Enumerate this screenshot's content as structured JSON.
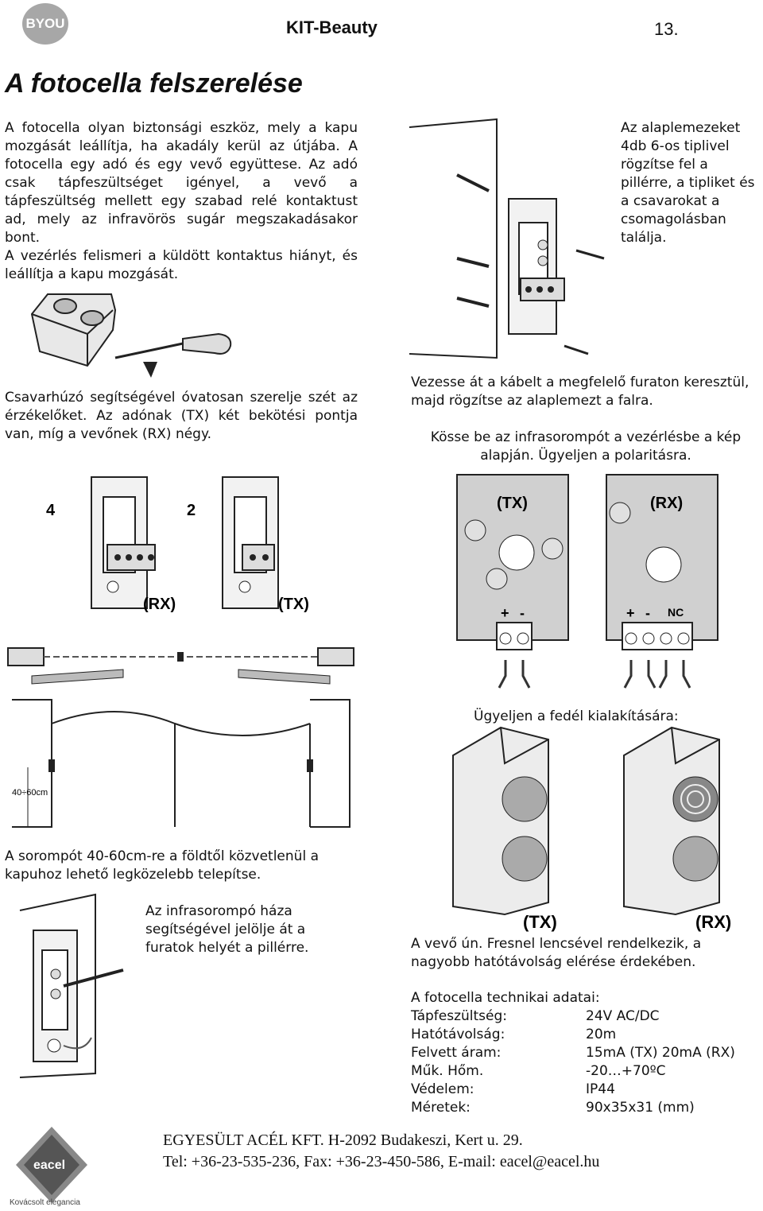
{
  "header": {
    "logo_text": "BYOU",
    "title": "KIT-Beauty",
    "page_number": "13."
  },
  "main_title": "A fotocella felszerelése",
  "intro": {
    "p1": "A fotocella olyan biztonsági eszköz, mely a kapu mozgását leállítja, ha akadály kerül az útjába. A fotocella egy adó és egy vevő együttese. Az adó csak tápfeszültséget igényel, a vevő a tápfeszültség mellett egy szabad relé kontaktust ad, mely az infravörös sugár megszakadásakor bont.",
    "p2": "A vezérlés felismeri a küldött kontaktus hiányt, és leállítja a kapu mozgását."
  },
  "plate_text": "Az alaplemezeket 4db 6-os tiplivel rögzítse fel a pillérre, a tipliket és a csavarokat a csomagolásban találja.",
  "screwdriver_text": "Csavarhúzó segítségével óvatosan szerelje szét az érzékelőket. Az adónak (TX) két bekötési pontja van, míg a vevőnek (RX) négy.",
  "cable_text": "Vezesse át a kábelt a megfelelő furaton keresztül, majd rögzítse az alaplemezt a falra.",
  "connect_text": "Kösse be az infrasorompót a vezérlésbe a kép alapján. Ügyeljen a polaritásra.",
  "wiring": {
    "tx_label": "(TX)",
    "rx_label": "(RX)",
    "plus": "+",
    "minus": "-",
    "nc": "NC"
  },
  "assembly": {
    "num_rx": "4",
    "num_tx": "2",
    "rx_label": "(RX)",
    "tx_label": "(TX)"
  },
  "gate": {
    "height_label": "40÷60cm"
  },
  "cover_text": "Ügyeljen a fedél kialakítására:",
  "cover_labels": {
    "tx": "(TX)",
    "rx": "(RX)"
  },
  "height_text": "A sorompót 40-60cm-re a földtől közvetlenül a kapuhoz lehető legközelebb telepítse.",
  "mark_text": "Az infrasorompó háza segítségével jelölje át a furatok helyét a pillérre.",
  "fresnel_text": "A vevő ún. Fresnel lencsével rendelkezik, a nagyobb hatótávolság elérése érdekében.",
  "specs": {
    "title": "A fotocella technikai adatai:",
    "rows": [
      {
        "k": "Tápfeszültség:",
        "v": "24V AC/DC"
      },
      {
        "k": "Hatótávolság:",
        "v": "20m"
      },
      {
        "k": "Felvett áram:",
        "v": "15mA (TX) 20mA (RX)"
      },
      {
        "k": "Műk. Hőm.",
        "v": "-20…+70ºC"
      },
      {
        "k": "Védelem:",
        "v": "IP44"
      },
      {
        "k": "Méretek:",
        "v": "90x35x31 (mm)"
      }
    ]
  },
  "footer": {
    "line1": "EGYESÜLT ACÉL KFT. H-2092 Budakeszi, Kert u. 29.",
    "line2": "Tel: +36-23-535-236, Fax: +36-23-450-586, E-mail: eacel@eacel.hu",
    "logo_text": "eacel",
    "logo_tagline": "Kovácsolt elegancia"
  }
}
